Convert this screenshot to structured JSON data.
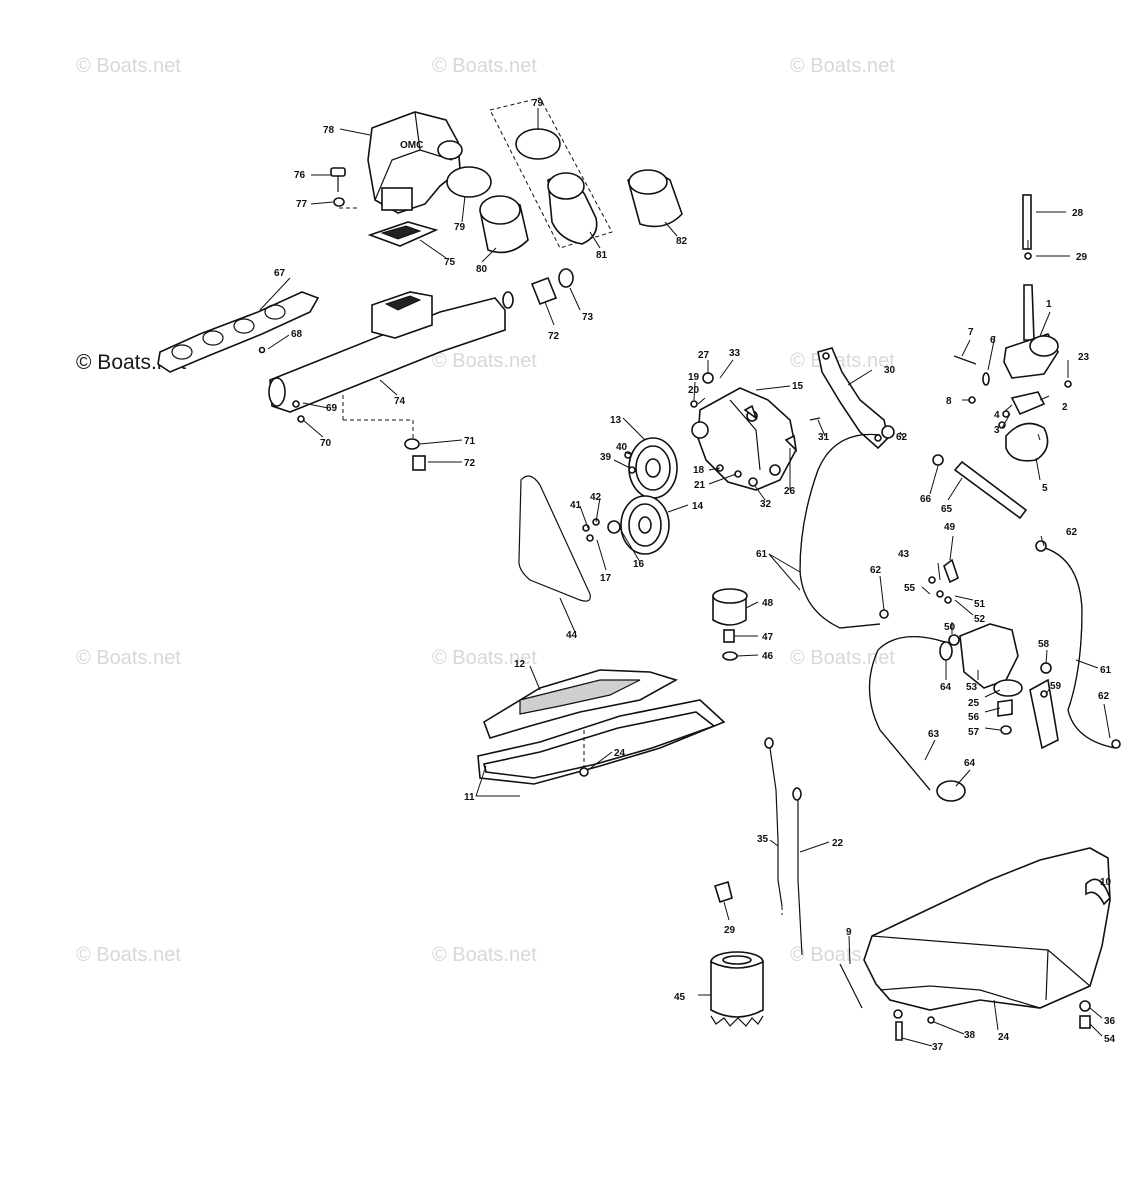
{
  "watermark": {
    "text": "© Boats.net",
    "prominent_text": "© Boats.net"
  },
  "diagram": {
    "labels": [
      "1",
      "2",
      "3",
      "4",
      "5",
      "6",
      "7",
      "8",
      "9",
      "10",
      "11",
      "12",
      "13",
      "14",
      "15",
      "16",
      "17",
      "18",
      "19",
      "20",
      "21",
      "22",
      "23",
      "24",
      "25",
      "26",
      "27",
      "28",
      "29",
      "30",
      "31",
      "32",
      "33",
      "35",
      "36",
      "37",
      "38",
      "39",
      "40",
      "41",
      "42",
      "43",
      "44",
      "45",
      "46",
      "47",
      "48",
      "49",
      "50",
      "51",
      "52",
      "53",
      "54",
      "55",
      "56",
      "57",
      "58",
      "59",
      "61",
      "62",
      "63",
      "64",
      "65",
      "66",
      "67",
      "68",
      "69",
      "70",
      "71",
      "72",
      "73",
      "74",
      "75",
      "76",
      "77",
      "78",
      "79",
      "80",
      "81",
      "82"
    ],
    "logo_text": "OMC"
  },
  "colors": {
    "line": "#111111",
    "watermark": "#d8d8d8",
    "background": "#ffffff"
  }
}
